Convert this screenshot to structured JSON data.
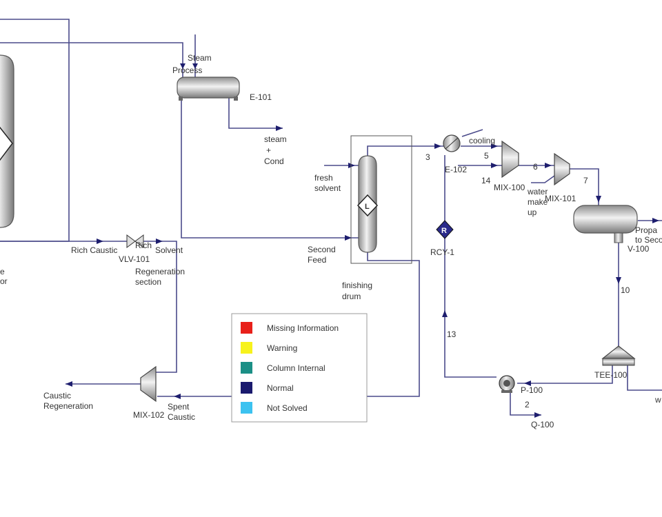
{
  "labels": {
    "steam_top": "Steam",
    "process_top": "Process",
    "e101": "E-101",
    "steam_cond_1": "steam",
    "steam_cond_2": "+",
    "steam_cond_3": "Cond",
    "fresh_solvent_1": "fresh",
    "fresh_solvent_2": "solvent",
    "second_feed_1": "Second",
    "second_feed_2": "Feed",
    "finishing_drum_1": "finishing",
    "finishing_drum_2": "drum",
    "rich_caustic": "Rich Caustic",
    "rich_solvent_1": "Rich",
    "rich_solvent_2": "Solvent",
    "vlv101": "VLV-101",
    "regen_1": "Regeneration",
    "regen_2": "section",
    "left_cut_1": "e",
    "left_cut_2": "or",
    "stream3": "3",
    "e102": "E-102",
    "cooling": "cooling",
    "stream5": "5",
    "stream14": "14",
    "mix100": "MIX-100",
    "stream6": "6",
    "water_1": "water",
    "water_2": "make",
    "water_3": "up",
    "mix101": "MIX-101",
    "stream7": "7",
    "propane_1": "Propa",
    "propane_2": "to Seco",
    "v100": "V-100",
    "rcy1": "RCY-1",
    "rcy_letter": "R",
    "stream10": "10",
    "stream13": "13",
    "tee100": "TEE-100",
    "w_cut": "w",
    "p100": "P-100",
    "stream2": "2",
    "q100": "Q-100",
    "caustic_regen_1": "Caustic",
    "caustic_regen_2": "Regeneration",
    "mix102": "MIX-102",
    "spent_caustic_1": "Spent",
    "spent_caustic_2": "Caustic",
    "column_letter": "L"
  },
  "legend": {
    "items": [
      {
        "label": "Missing Information",
        "color": "#e8201a"
      },
      {
        "label": "Warning",
        "color": "#f7f21c"
      },
      {
        "label": "Column Internal",
        "color": "#1b8f86"
      },
      {
        "label": "Normal",
        "color": "#1a1a6e"
      },
      {
        "label": "Not Solved",
        "color": "#3cc2f0"
      }
    ]
  }
}
